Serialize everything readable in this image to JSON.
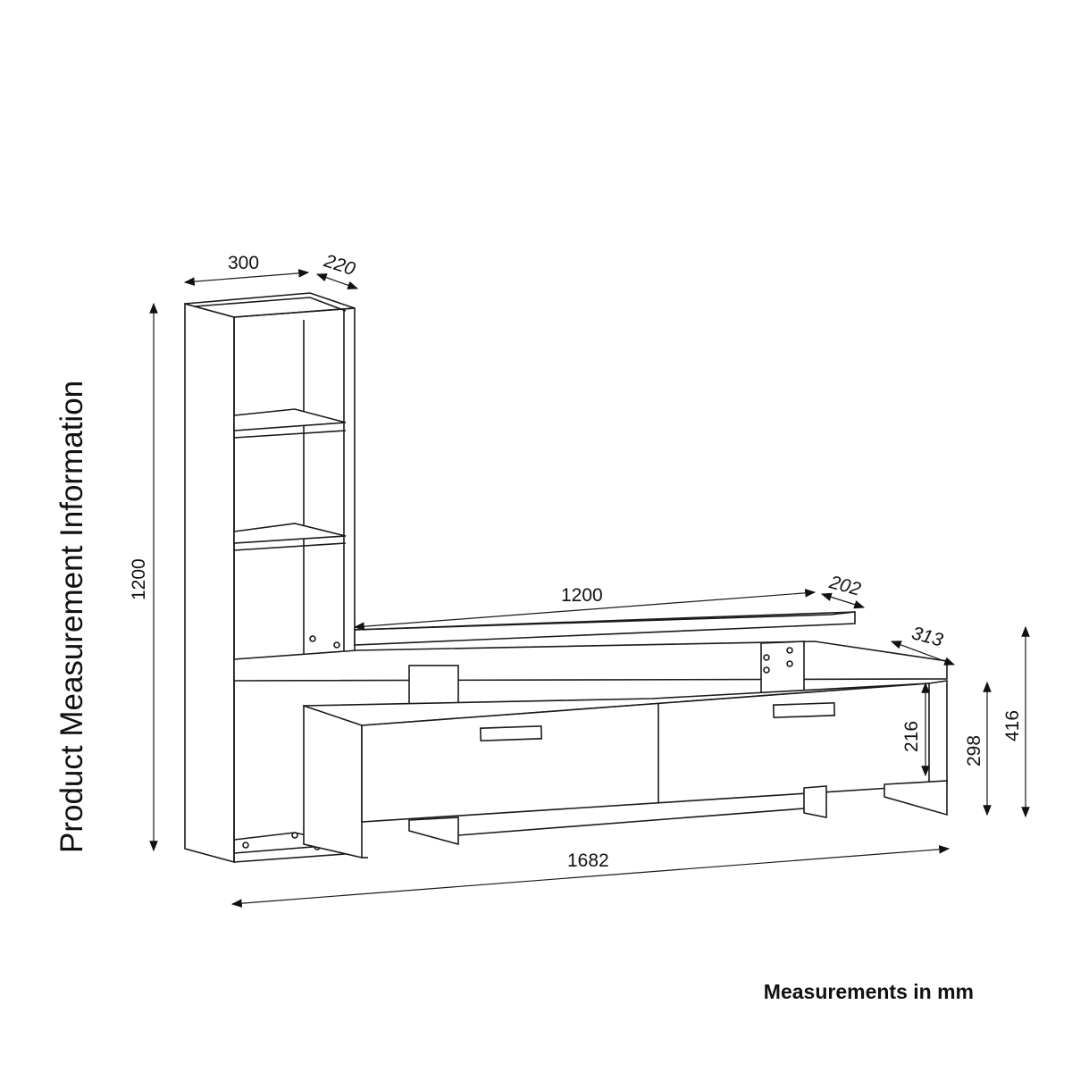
{
  "title": "Product Measurement Information",
  "note": "Measurements in mm",
  "dimensions": {
    "tower_width": "300",
    "tower_depth": "220",
    "tower_height": "1200",
    "shelf_width": "1200",
    "shelf_depth": "202",
    "unit_depth": "313",
    "drawer_height": "216",
    "unit_height": "298",
    "shelf_height": "416",
    "total_width": "1682"
  }
}
